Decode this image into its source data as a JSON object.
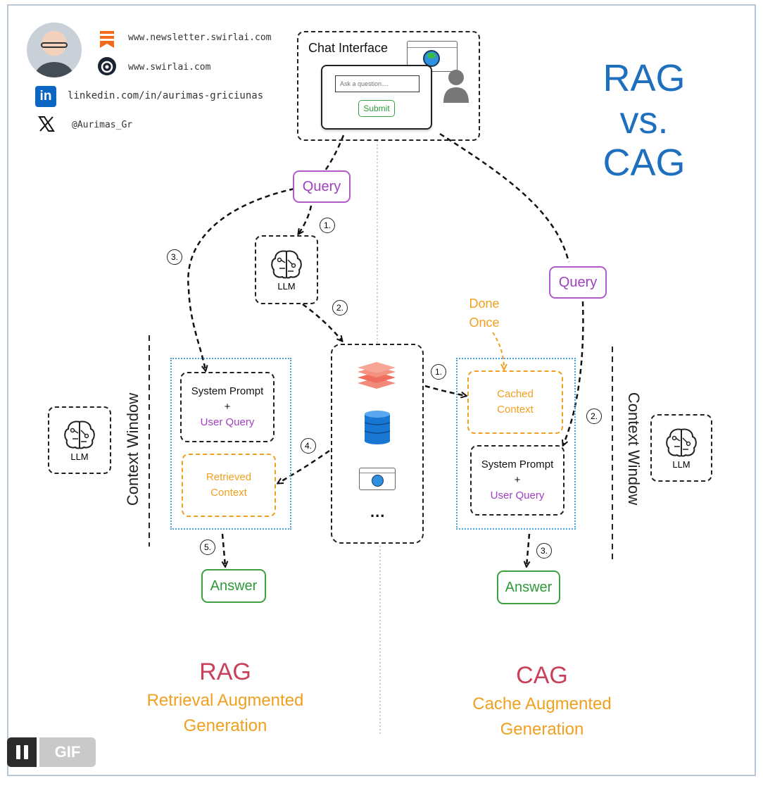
{
  "author": {
    "newsletter": "www.newsletter.swirlai.com",
    "website": "www.swirlai.com",
    "linkedin": "linkedin.com/in/aurimas-griciunas",
    "x_handle": "@Aurimas_Gr"
  },
  "title": {
    "line1": "RAG",
    "line2": "vs.",
    "line3": "CAG"
  },
  "chat": {
    "label": "Chat Interface",
    "placeholder": "Ask a question....",
    "submit": "Submit"
  },
  "flow": {
    "query": "Query",
    "llm": "LLM",
    "system_prompt": "System Prompt",
    "plus": "+",
    "user_query": "User Query",
    "retrieved_line1": "Retrieved",
    "retrieved_line2": "Context",
    "cached_line1": "Cached",
    "cached_line2": "Context",
    "done_line1": "Done",
    "done_line2": "Once",
    "answer": "Answer",
    "context_window": "Context Window",
    "ellipsis": "..."
  },
  "steps": {
    "rag_1": "1.",
    "rag_2": "2.",
    "rag_3": "3.",
    "rag_4": "4.",
    "rag_5": "5.",
    "cag_1": "1.",
    "cag_2": "2.",
    "cag_3": "3."
  },
  "footer": {
    "rag_title": "RAG",
    "rag_sub1": "Retrieval Augmented",
    "rag_sub2": "Generation",
    "cag_title": "CAG",
    "cag_sub1": "Cache Augmented",
    "cag_sub2": "Generation"
  },
  "gif_badge": {
    "pause_icon": "pause-icon",
    "label": "GIF"
  },
  "colors": {
    "title_blue": "#1f6fbf",
    "purple": "#a040c0",
    "green": "#2e9a3a",
    "orange": "#f0a020",
    "crimson": "#c8405a"
  }
}
